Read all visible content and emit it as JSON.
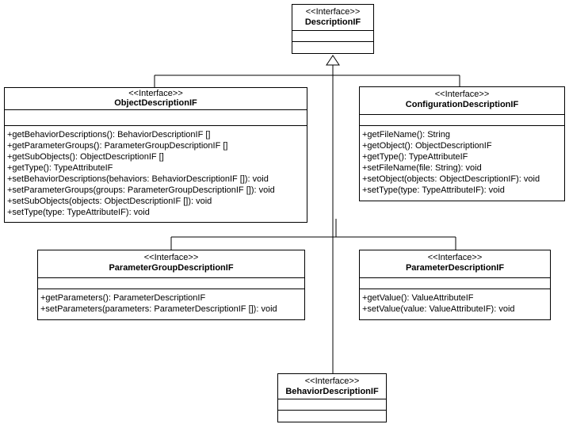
{
  "colors": {
    "background": "#ffffff",
    "line": "#000000",
    "text": "#000000"
  },
  "classes": [
    {
      "id": "description",
      "stereotype": "<<Interface>>",
      "name": "DescriptionIF",
      "attributes": [],
      "methods": []
    },
    {
      "id": "object-description",
      "stereotype": "<<Interface>>",
      "name": "ObjectDescriptionIF",
      "attributes": [],
      "methods": [
        "+getBehaviorDescriptions(): BehaviorDescriptionIF []",
        "+getParameterGroups(): ParameterGroupDescriptionIF []",
        "+getSubObjects(): ObjectDescriptionIF []",
        "+getType(): TypeAttributeIF",
        "+setBehaviorDescriptions(behaviors: BehaviorDescriptionIF []): void",
        "+setParameterGroups(groups: ParameterGroupDescriptionIF []): void",
        "+setSubObjects(objects: ObjectDescriptionIF []): void",
        "+setType(type: TypeAttributeIF): void"
      ]
    },
    {
      "id": "configuration-description",
      "stereotype": "<<Interface>>",
      "name": "ConfigurationDescriptionIF",
      "attributes": [],
      "methods": [
        "+getFileName(): String",
        "+getObject(): ObjectDescriptionIF",
        "+getType(): TypeAttributeIF",
        "+setFileName(file: String): void",
        "+setObject(objects: ObjectDescriptionIF): void",
        "+setType(type: TypeAttributeIF): void"
      ]
    },
    {
      "id": "parameter-group-description",
      "stereotype": "<<Interface>>",
      "name": "ParameterGroupDescriptionIF",
      "attributes": [],
      "methods": [
        "+getParameters(): ParameterDescriptionIF",
        "+setParameters(parameters: ParameterDescriptionIF []): void"
      ]
    },
    {
      "id": "parameter-description",
      "stereotype": "<<Interface>>",
      "name": "ParameterDescriptionIF",
      "attributes": [],
      "methods": [
        "+getValue(): ValueAttributeIF",
        "+setValue(value: ValueAttributeIF): void"
      ]
    },
    {
      "id": "behavior-description",
      "stereotype": "<<Interface>>",
      "name": "BehaviorDescriptionIF",
      "attributes": [],
      "methods": []
    }
  ],
  "relationships": [
    {
      "type": "generalization",
      "from": "ObjectDescriptionIF",
      "to": "DescriptionIF"
    },
    {
      "type": "generalization",
      "from": "ConfigurationDescriptionIF",
      "to": "DescriptionIF"
    },
    {
      "type": "generalization",
      "from": "ParameterGroupDescriptionIF",
      "to": "DescriptionIF"
    },
    {
      "type": "generalization",
      "from": "ParameterDescriptionIF",
      "to": "DescriptionIF"
    },
    {
      "type": "generalization",
      "from": "BehaviorDescriptionIF",
      "to": "DescriptionIF"
    }
  ]
}
